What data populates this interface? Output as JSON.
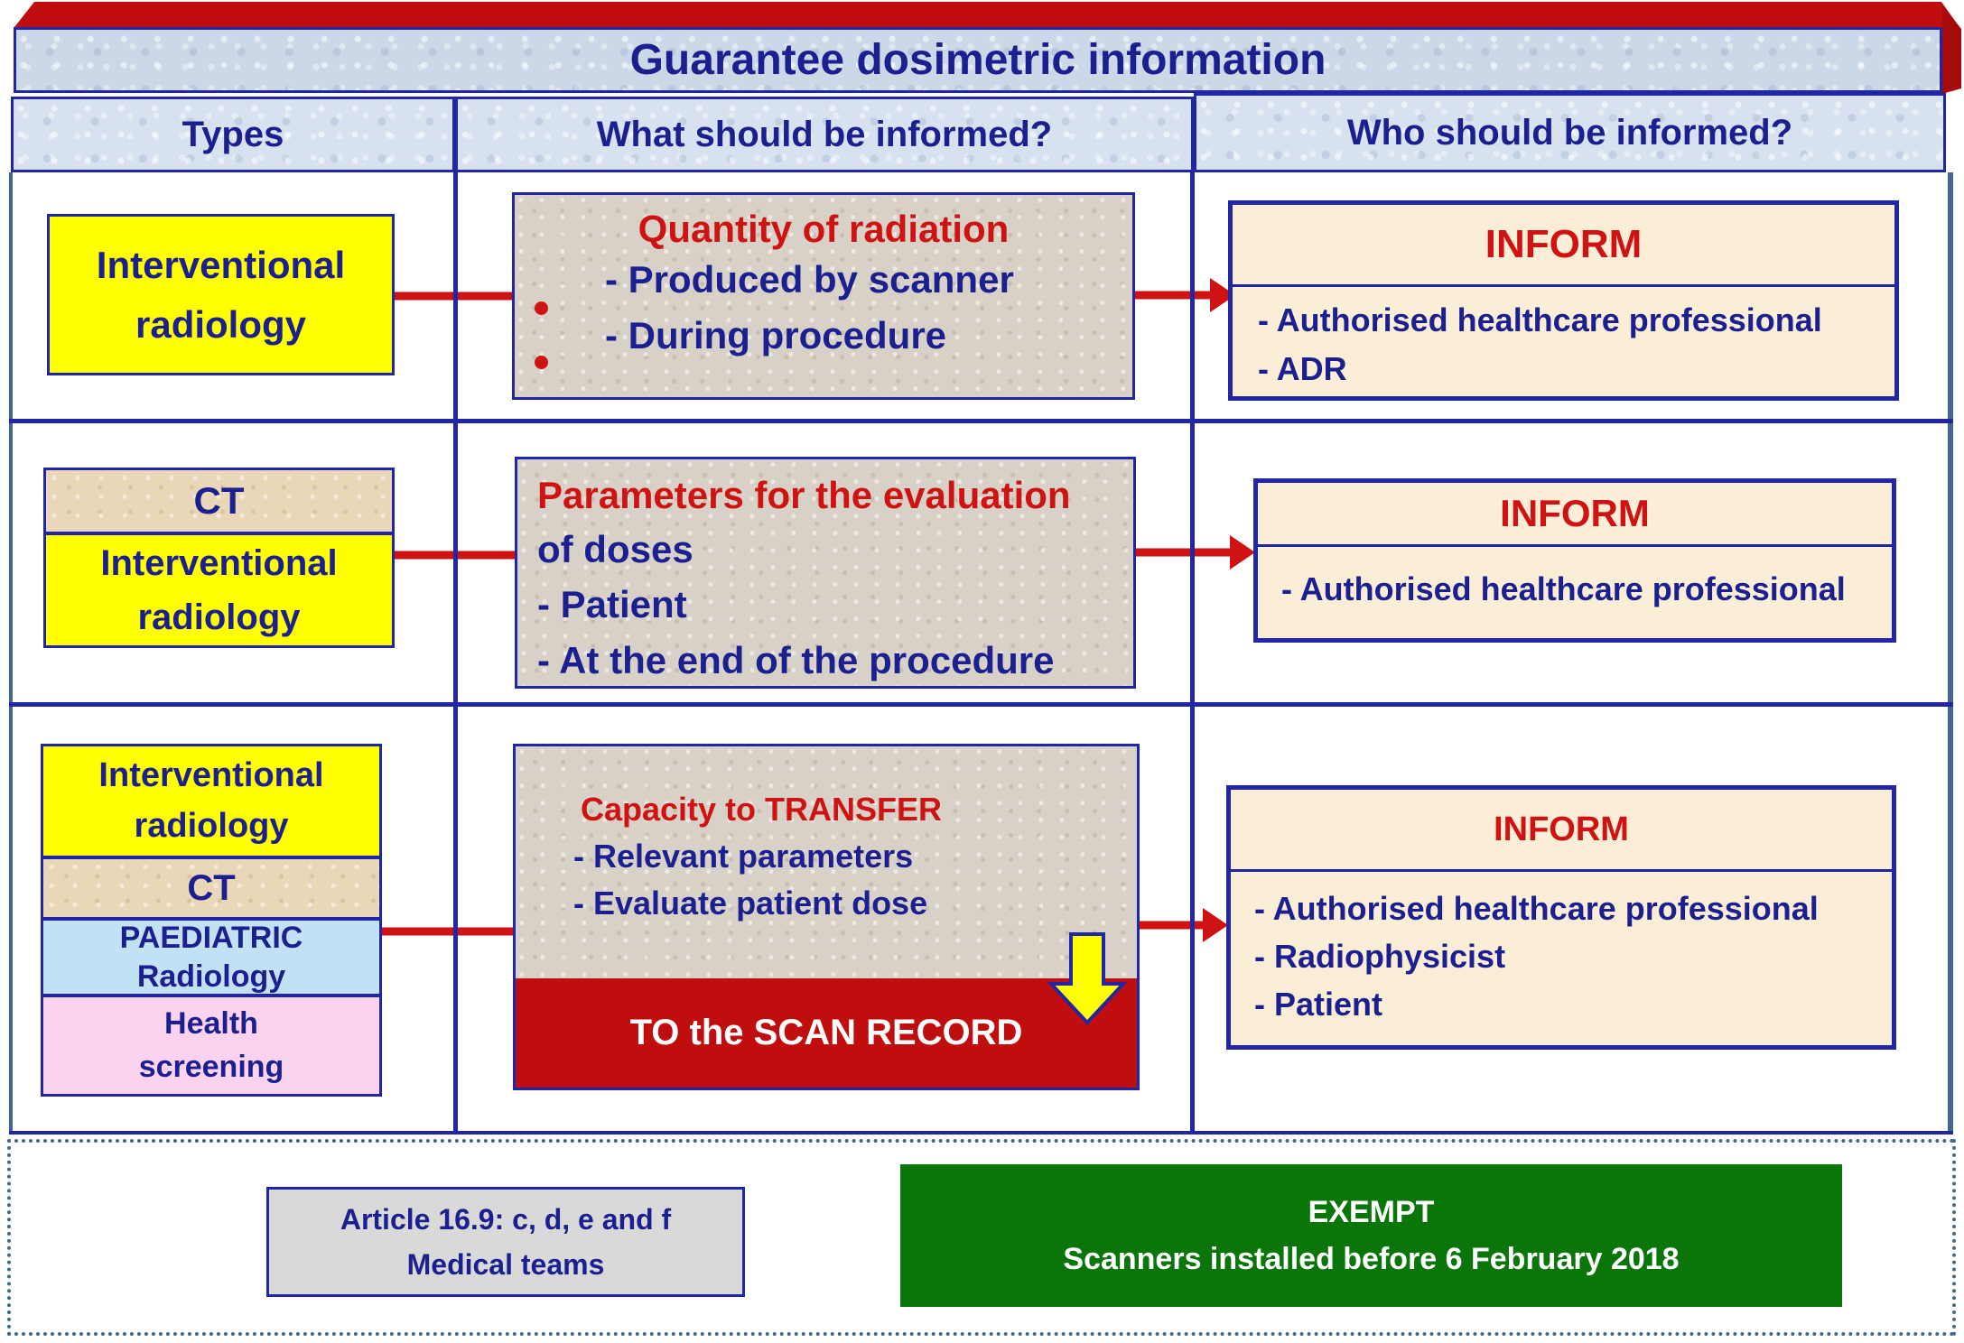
{
  "colors": {
    "navyText": "#1b1f8f",
    "navyBorder": "#2126a6",
    "steel": "#40688b",
    "red": "#cf1212",
    "darkRed": "#c00d0d",
    "yellow": "#ffff00",
    "cream": "#fbeed6",
    "tan": "#e9d7b8",
    "grayTan": "#d8d1c7",
    "titleBlue": "#ccd7e7",
    "headerBlue": "#d8e1ef",
    "paedBlue": "#c3e1f5",
    "pink": "#fbd3ef",
    "grayBox": "#d9d9d9",
    "green": "#0a760a"
  },
  "title": "Guarantee dosimetric information",
  "header": {
    "types": "Types",
    "what": "What should be informed?",
    "who": "Who should be informed?"
  },
  "row1": {
    "type1": "Interventional radiology",
    "what": {
      "title": "Quantity of radiation",
      "item1": "- Produced by scanner",
      "item2": "- During procedure"
    },
    "who": {
      "title": "INFORM",
      "item1": "- Authorised healthcare professional",
      "item2": "- ADR"
    }
  },
  "row2": {
    "type1": "CT",
    "type2": "Interventional radiology",
    "what": {
      "title": "Parameters for the evaluation",
      "subtitle": "of doses",
      "item1": "- Patient",
      "item2": "- At the end of the procedure"
    },
    "who": {
      "title": "INFORM",
      "item1": "- Authorised healthcare professional"
    }
  },
  "row3": {
    "type1": "Interventional radiology",
    "type2": "CT",
    "type3": "PAEDIATRIC Radiology",
    "type4": "Health screening",
    "what": {
      "title": "Capacity to TRANSFER",
      "item1": "- Relevant parameters",
      "item2": "- Evaluate patient dose",
      "banner": "TO the SCAN RECORD"
    },
    "who": {
      "title": "INFORM",
      "item1": "- Authorised healthcare professional",
      "item2": "- Radiophysicist",
      "item3": "- Patient"
    }
  },
  "footer": {
    "article_line1": "Article 16.9: c, d, e and f",
    "article_line2": "Medical teams",
    "exempt_line1": "EXEMPT",
    "exempt_line2": "Scanners installed before 6 February 2018"
  }
}
